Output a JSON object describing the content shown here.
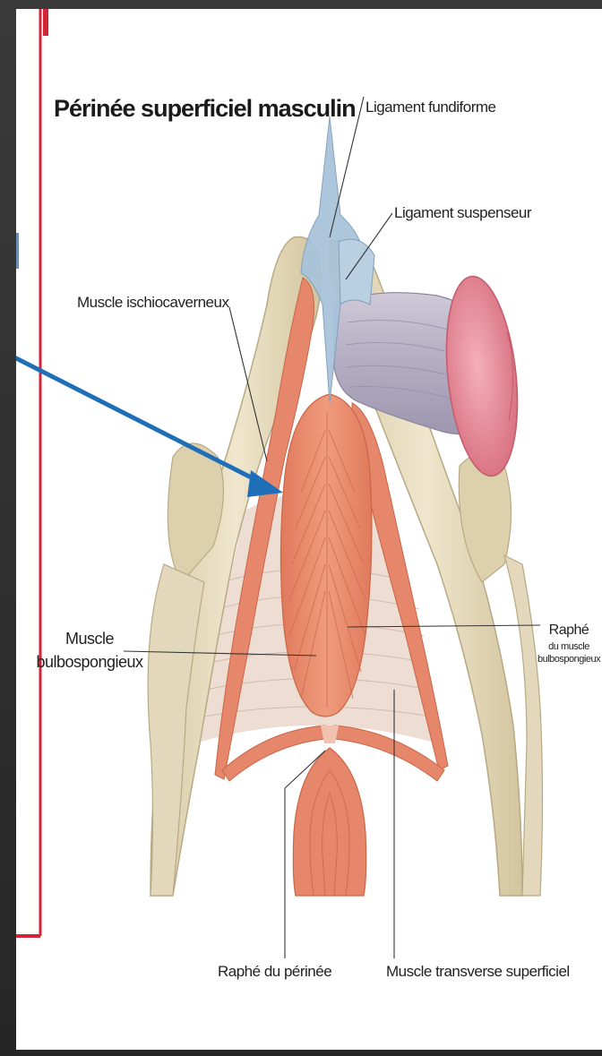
{
  "diagram": {
    "title": "Périnée superficiel masculin",
    "labels": {
      "ligament_fundiforme": "Ligament fundiforme",
      "ligament_suspenseur": "Ligament suspenseur",
      "muscle_ischiocaverneux": "Muscle ischiocaverneux",
      "muscle_bulbospongieux_line1": "Muscle",
      "muscle_bulbospongieux_line2": "bulbospongieux",
      "raphe_bulbo_line1": "Raphé",
      "raphe_bulbo_line2": "du muscle",
      "raphe_bulbo_line3": "bulbospongieux",
      "raphe_perinee": "Raphé du périnée",
      "muscle_transverse": "Muscle transverse superficiel"
    }
  },
  "colors": {
    "muscle": "#e8896a",
    "muscle_light": "#f2b39b",
    "bone": "#e6dcc0",
    "bone_shadow": "#c9bc98",
    "ligament": "#a9c3da",
    "penis_shaft": "#b9b3c6",
    "glans": "#e88d9c",
    "arrow": "#1f6fb8",
    "frame_red": "#d1253a"
  }
}
